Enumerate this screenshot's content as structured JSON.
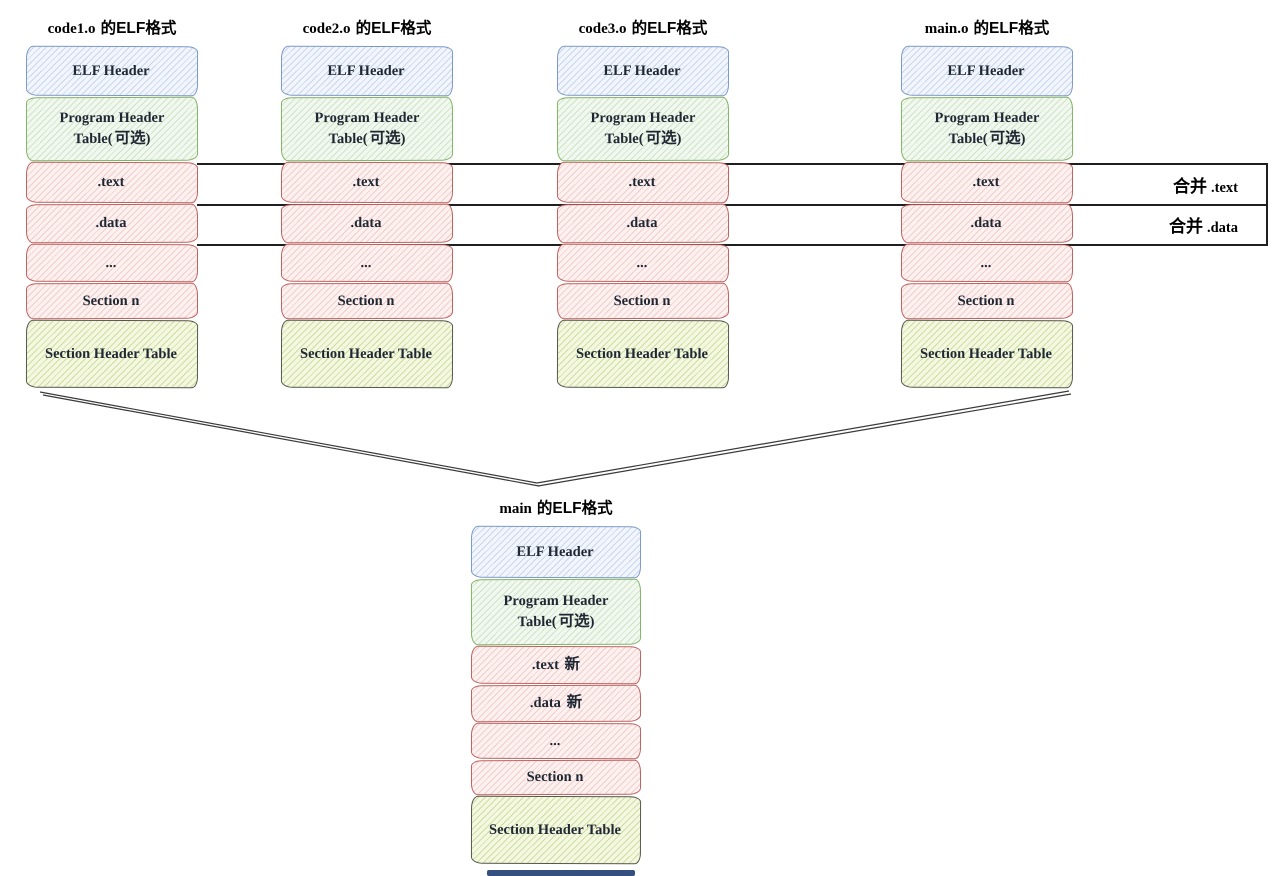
{
  "colors": {
    "background": "#ffffff",
    "blue_section_border": "#7b99c7",
    "green_section_border": "#82b366",
    "red_section_border": "#bd6360",
    "olive_section_border": "#55584a",
    "merge_line": "#1f1f1f",
    "cutoff_box_blue": "#35507f"
  },
  "files": [
    {
      "title_name": "code1.o",
      "title_suffix": "的ELF格式",
      "sections": [
        {
          "type": "elf-header",
          "pre": "ELF Header",
          "cjk": "",
          "post": ""
        },
        {
          "type": "pht",
          "pre": "Program Header Table(",
          "cjk": "可选",
          "post": ")"
        },
        {
          "type": "text",
          "pre": ".text",
          "cjk": "",
          "post": ""
        },
        {
          "type": "data",
          "pre": ".data",
          "cjk": "",
          "post": ""
        },
        {
          "type": "dots",
          "pre": "...",
          "cjk": "",
          "post": ""
        },
        {
          "type": "section-n",
          "pre": "Section n",
          "cjk": "",
          "post": ""
        },
        {
          "type": "sht",
          "pre": "Section Header Table",
          "cjk": "",
          "post": ""
        }
      ]
    },
    {
      "title_name": "code2.o",
      "title_suffix": "的ELF格式",
      "sections": [
        {
          "type": "elf-header",
          "pre": "ELF Header",
          "cjk": "",
          "post": ""
        },
        {
          "type": "pht",
          "pre": "Program Header Table(",
          "cjk": "可选",
          "post": ")"
        },
        {
          "type": "text",
          "pre": ".text",
          "cjk": "",
          "post": ""
        },
        {
          "type": "data",
          "pre": ".data",
          "cjk": "",
          "post": ""
        },
        {
          "type": "dots",
          "pre": "...",
          "cjk": "",
          "post": ""
        },
        {
          "type": "section-n",
          "pre": "Section n",
          "cjk": "",
          "post": ""
        },
        {
          "type": "sht",
          "pre": "Section Header Table",
          "cjk": "",
          "post": ""
        }
      ]
    },
    {
      "title_name": "code3.o",
      "title_suffix": "的ELF格式",
      "sections": [
        {
          "type": "elf-header",
          "pre": "ELF Header",
          "cjk": "",
          "post": ""
        },
        {
          "type": "pht",
          "pre": "Program Header Table(",
          "cjk": "可选",
          "post": ")"
        },
        {
          "type": "text",
          "pre": ".text",
          "cjk": "",
          "post": ""
        },
        {
          "type": "data",
          "pre": ".data",
          "cjk": "",
          "post": ""
        },
        {
          "type": "dots",
          "pre": "...",
          "cjk": "",
          "post": ""
        },
        {
          "type": "section-n",
          "pre": "Section n",
          "cjk": "",
          "post": ""
        },
        {
          "type": "sht",
          "pre": "Section Header Table",
          "cjk": "",
          "post": ""
        }
      ]
    },
    {
      "title_name": "main.o",
      "title_suffix": "的ELF格式",
      "sections": [
        {
          "type": "elf-header",
          "pre": "ELF Header",
          "cjk": "",
          "post": ""
        },
        {
          "type": "pht",
          "pre": "Program Header Table(",
          "cjk": "可选",
          "post": ")"
        },
        {
          "type": "text",
          "pre": ".text",
          "cjk": "",
          "post": ""
        },
        {
          "type": "data",
          "pre": ".data",
          "cjk": "",
          "post": ""
        },
        {
          "type": "dots",
          "pre": "...",
          "cjk": "",
          "post": ""
        },
        {
          "type": "section-n",
          "pre": "Section n",
          "cjk": "",
          "post": ""
        },
        {
          "type": "sht",
          "pre": "Section Header Table",
          "cjk": "",
          "post": ""
        }
      ]
    }
  ],
  "merge_bands": [
    {
      "cjk": "合并",
      "latin": ".text"
    },
    {
      "cjk": "合并",
      "latin": ".data"
    }
  ],
  "output_file": {
    "title_name": "main",
    "title_suffix": "的ELF格式",
    "sections": [
      {
        "type": "elf-header",
        "pre": "ELF Header",
        "cjk": "",
        "post": ""
      },
      {
        "type": "pht",
        "pre": "Program Header Table(",
        "cjk": "可选",
        "post": ")"
      },
      {
        "type": "text",
        "pre": ".text ",
        "cjk": "新",
        "post": ""
      },
      {
        "type": "data",
        "pre": ".data ",
        "cjk": "新",
        "post": ""
      },
      {
        "type": "dots",
        "pre": "...",
        "cjk": "",
        "post": ""
      },
      {
        "type": "section-n",
        "pre": "Section n",
        "cjk": "",
        "post": ""
      },
      {
        "type": "sht",
        "pre": "Section Header Table",
        "cjk": "",
        "post": ""
      }
    ]
  }
}
